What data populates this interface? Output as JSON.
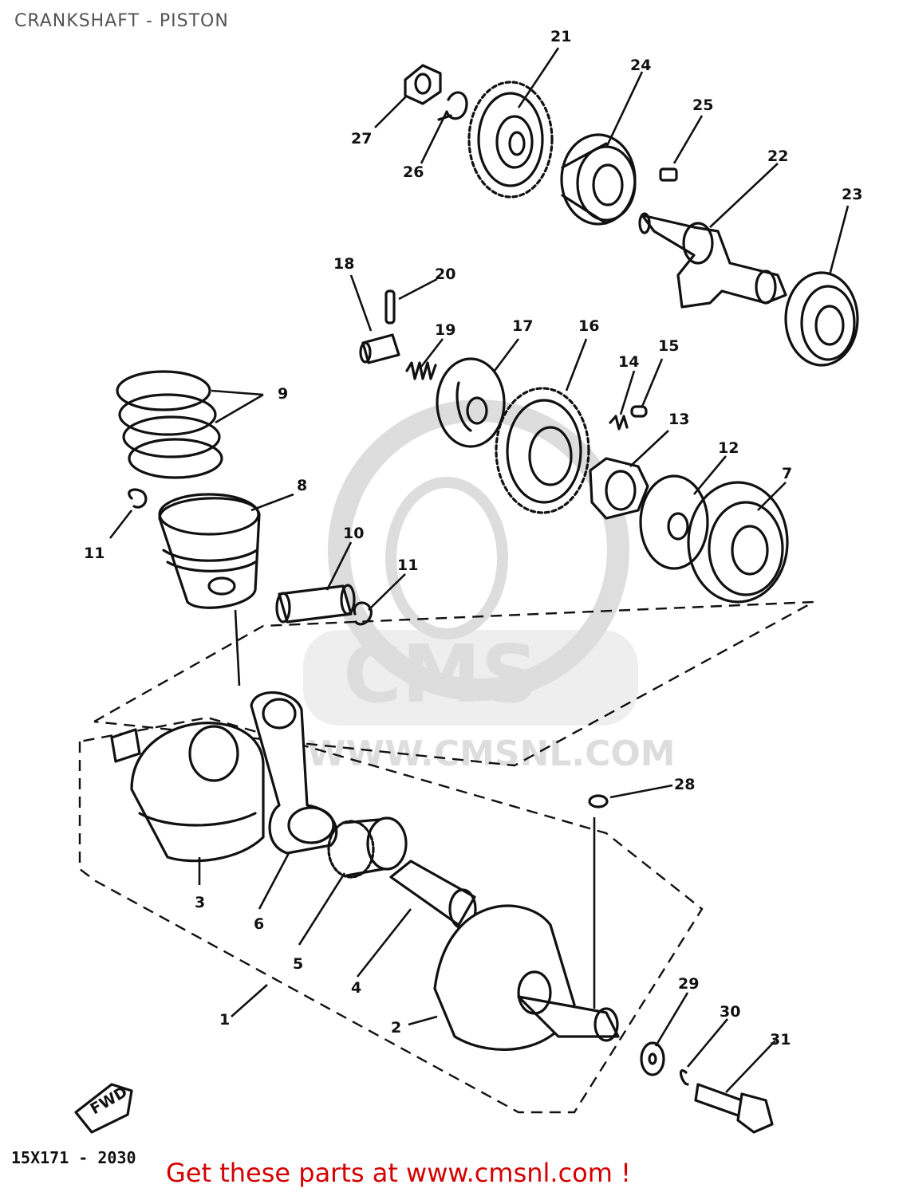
{
  "title": "CRANKSHAFT - PISTON",
  "callouts": [
    {
      "id": "l21",
      "text": "21"
    },
    {
      "id": "l24",
      "text": "24"
    },
    {
      "id": "l25",
      "text": "25"
    },
    {
      "id": "l27",
      "text": "27"
    },
    {
      "id": "l26",
      "text": "26"
    },
    {
      "id": "l22",
      "text": "22"
    },
    {
      "id": "l23",
      "text": "23"
    },
    {
      "id": "l18",
      "text": "18"
    },
    {
      "id": "l20",
      "text": "20"
    },
    {
      "id": "l19",
      "text": "19"
    },
    {
      "id": "l17",
      "text": "17"
    },
    {
      "id": "l16",
      "text": "16"
    },
    {
      "id": "l14",
      "text": "14"
    },
    {
      "id": "l15",
      "text": "15"
    },
    {
      "id": "l9",
      "text": "9"
    },
    {
      "id": "l13",
      "text": "13"
    },
    {
      "id": "l12",
      "text": "12"
    },
    {
      "id": "l7",
      "text": "7"
    },
    {
      "id": "l8",
      "text": "8"
    },
    {
      "id": "l11a",
      "text": "11"
    },
    {
      "id": "l10",
      "text": "10"
    },
    {
      "id": "l11b",
      "text": "11"
    },
    {
      "id": "l28",
      "text": "28"
    },
    {
      "id": "l3",
      "text": "3"
    },
    {
      "id": "l6",
      "text": "6"
    },
    {
      "id": "l5",
      "text": "5"
    },
    {
      "id": "l4",
      "text": "4"
    },
    {
      "id": "l29",
      "text": "29"
    },
    {
      "id": "l30",
      "text": "30"
    },
    {
      "id": "l31",
      "text": "31"
    },
    {
      "id": "l2",
      "text": "2"
    },
    {
      "id": "l1",
      "text": "1"
    }
  ],
  "fwd_label": "FWD",
  "watermark": {
    "brand": "CMS",
    "url": "WWW.CMSNL.COM"
  },
  "drawing_code": "15X171 - 2030",
  "footer_link": "Get these parts at www.cmsnl.com !",
  "colors": {
    "line": "#111111",
    "footer": "#d40000",
    "title": "#555555"
  }
}
